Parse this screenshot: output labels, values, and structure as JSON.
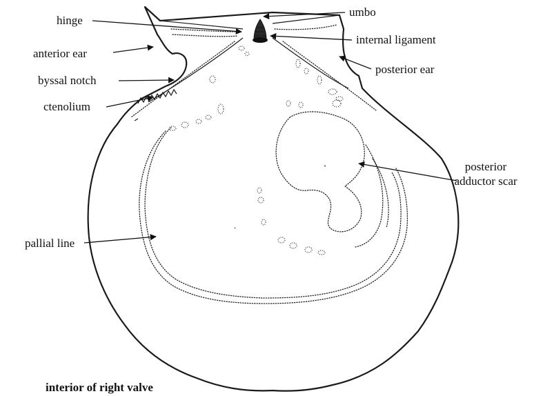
{
  "labels": {
    "umbo": "umbo",
    "hinge": "hinge",
    "internal_ligament": "internal ligament",
    "anterior_ear": "anterior ear",
    "posterior_ear": "posterior ear",
    "byssal_notch": "byssal notch",
    "ctenolium": "ctenolium",
    "posterior_adductor_scar_line1": "posterior",
    "posterior_adductor_scar_line2": "adductor scar",
    "pallial_line": "pallial line"
  },
  "caption": "interior of right valve",
  "colors": {
    "ink": "#111111",
    "background": "#ffffff"
  }
}
